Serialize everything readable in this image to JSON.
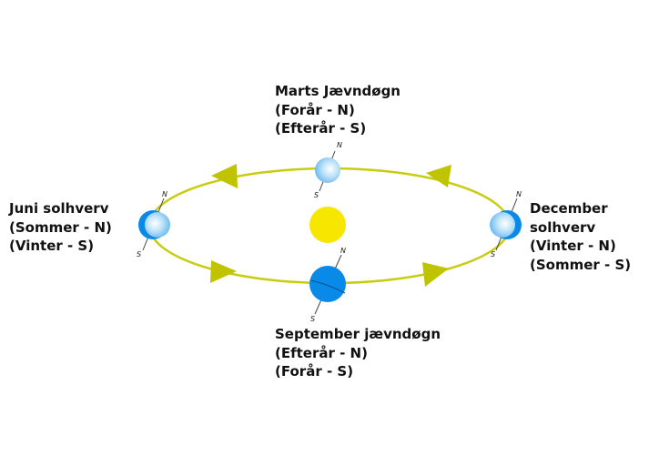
{
  "labels": {
    "march": [
      "Marts Jævndøgn",
      "(Forår - N)",
      "(Efterår - S)"
    ],
    "june": [
      "Juni solhverv",
      "(Sommer - N)",
      "(Vinter - S)"
    ],
    "december": [
      "December",
      "solhverv",
      "(Vinter - N)",
      "(Sommer - S)"
    ],
    "september": [
      "September jævndøgn",
      "(Efterår - N)",
      "(Forår - S)"
    ]
  },
  "axis": {
    "north": "N",
    "south": "S"
  },
  "colors": {
    "orbit": "#c8cc10",
    "sun": "#f7e600",
    "earth_dark": "#0a8ae8",
    "earth_light": "#bfe3fa"
  }
}
